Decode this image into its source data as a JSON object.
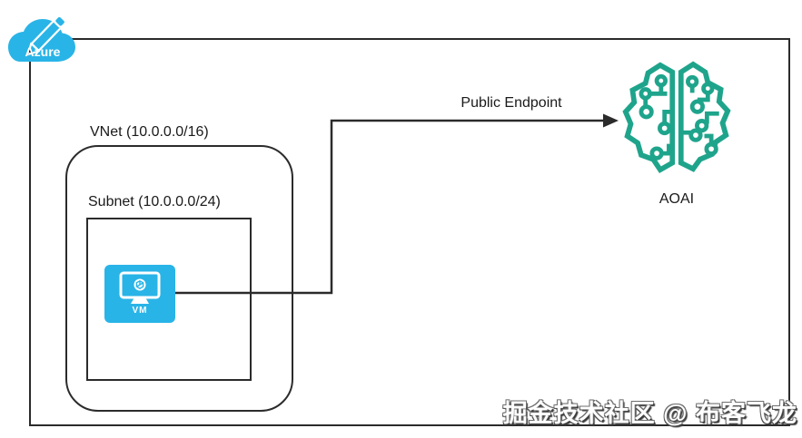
{
  "diagram": {
    "azure": {
      "label": "Azure"
    },
    "vnet": {
      "label": "VNet (10.0.0.0/16)"
    },
    "subnet": {
      "label": "Subnet (10.0.0.0/24)"
    },
    "vm": {
      "label": "VM"
    },
    "connector": {
      "label": "Public Endpoint"
    },
    "aoai": {
      "label": "AOAI"
    },
    "watermark": "掘金技术社区 @ 布客飞龙",
    "colors": {
      "azure_blue": "#29B4E7",
      "aoai_teal": "#1FA48C",
      "line": "#2b2b2b",
      "text": "#1a1a1a"
    }
  }
}
